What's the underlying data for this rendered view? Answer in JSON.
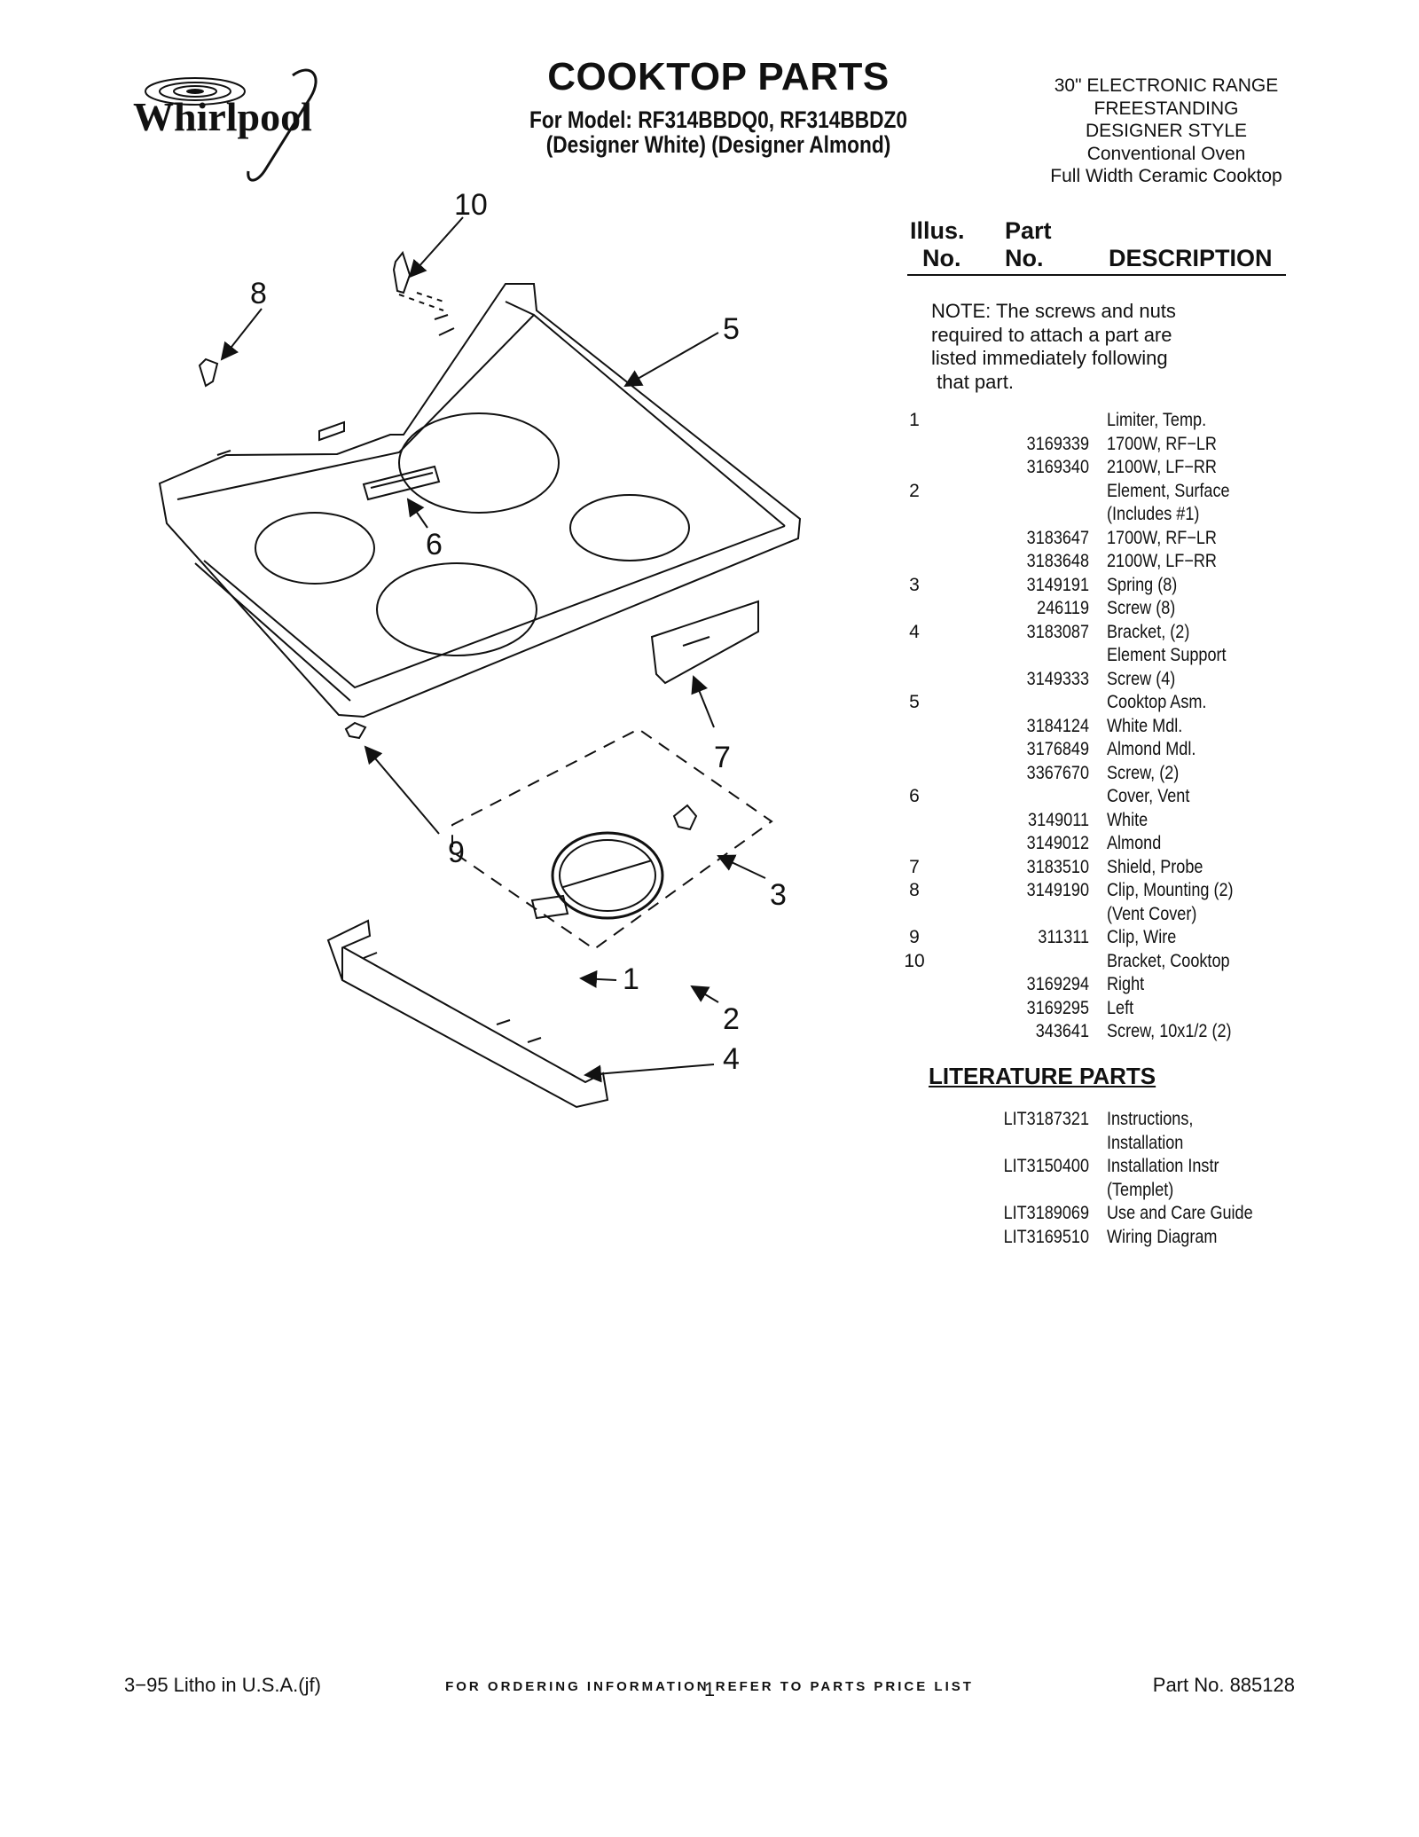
{
  "header": {
    "brand_logo": "Whirlpool",
    "title": "COOKTOP PARTS",
    "model_line": "For Model: RF314BBDQ0, RF314BBDZ0",
    "colors_line": "(Designer White) (Designer Almond)",
    "product_info": [
      "30\" ELECTRONIC RANGE",
      "FREESTANDING",
      "DESIGNER STYLE",
      "Conventional Oven",
      "Full Width Ceramic Cooktop"
    ]
  },
  "table_header": {
    "illus_line1": "Illus.",
    "illus_line2": "No.",
    "part_line1": "Part",
    "part_line2": "No.",
    "description": "DESCRIPTION"
  },
  "note": [
    "NOTE: The screws and nuts",
    "required to attach a part are",
    "listed immediately following",
    " that part."
  ],
  "parts": [
    {
      "illus": "1",
      "part": "",
      "desc": "Limiter, Temp."
    },
    {
      "illus": "",
      "part": "3169339",
      "desc": "1700W, RF−LR"
    },
    {
      "illus": "",
      "part": "3169340",
      "desc": "2100W, LF−RR"
    },
    {
      "illus": "2",
      "part": "",
      "desc": "Element, Surface"
    },
    {
      "illus": "",
      "part": "",
      "desc": "(Includes #1)"
    },
    {
      "illus": "",
      "part": "3183647",
      "desc": "1700W, RF−LR"
    },
    {
      "illus": "",
      "part": "3183648",
      "desc": "2100W, LF−RR"
    },
    {
      "illus": "3",
      "part": "3149191",
      "desc": "Spring (8)"
    },
    {
      "illus": "",
      "part": "246119",
      "desc": "Screw (8)"
    },
    {
      "illus": "4",
      "part": "3183087",
      "desc": "Bracket, (2)"
    },
    {
      "illus": "",
      "part": "",
      "desc": "Element Support"
    },
    {
      "illus": "",
      "part": "3149333",
      "desc": "Screw (4)"
    },
    {
      "illus": "5",
      "part": "",
      "desc": "Cooktop Asm."
    },
    {
      "illus": "",
      "part": "3184124",
      "desc": "White Mdl."
    },
    {
      "illus": "",
      "part": "3176849",
      "desc": "Almond Mdl."
    },
    {
      "illus": "",
      "part": "3367670",
      "desc": "Screw, (2)"
    },
    {
      "illus": "6",
      "part": "",
      "desc": "Cover, Vent"
    },
    {
      "illus": "",
      "part": "3149011",
      "desc": "White"
    },
    {
      "illus": "",
      "part": "3149012",
      "desc": "Almond"
    },
    {
      "illus": "7",
      "part": "3183510",
      "desc": "Shield, Probe"
    },
    {
      "illus": "8",
      "part": "3149190",
      "desc": "Clip, Mounting (2)"
    },
    {
      "illus": "",
      "part": "",
      "desc": "(Vent Cover)"
    },
    {
      "illus": "9",
      "part": "311311",
      "desc": "Clip, Wire"
    },
    {
      "illus": "10",
      "part": "",
      "desc": "Bracket, Cooktop"
    },
    {
      "illus": "",
      "part": "3169294",
      "desc": "Right"
    },
    {
      "illus": "",
      "part": "3169295",
      "desc": "Left"
    },
    {
      "illus": "",
      "part": "343641",
      "desc": "Screw, 10x1/2 (2)"
    }
  ],
  "literature": {
    "title": "LITERATURE PARTS",
    "items": [
      {
        "part": "LIT3187321",
        "desc": "Instructions,"
      },
      {
        "part": "",
        "desc": "Installation"
      },
      {
        "part": "LIT3150400",
        "desc": "Installation Instr"
      },
      {
        "part": "",
        "desc": "(Templet)"
      },
      {
        "part": "LIT3189069",
        "desc": "Use and Care Guide"
      },
      {
        "part": "LIT3169510",
        "desc": "Wiring Diagram"
      }
    ]
  },
  "diagram": {
    "callouts": [
      "10",
      "8",
      "5",
      "6",
      "7",
      "9",
      "3",
      "1",
      "2",
      "4"
    ]
  },
  "footer": {
    "ordering": "FOR ORDERING INFORMATION REFER TO PARTS PRICE LIST",
    "litho": "3−95 Litho in U.S.A.(jf)",
    "page": "1",
    "part_no": "Part No. 885128"
  }
}
